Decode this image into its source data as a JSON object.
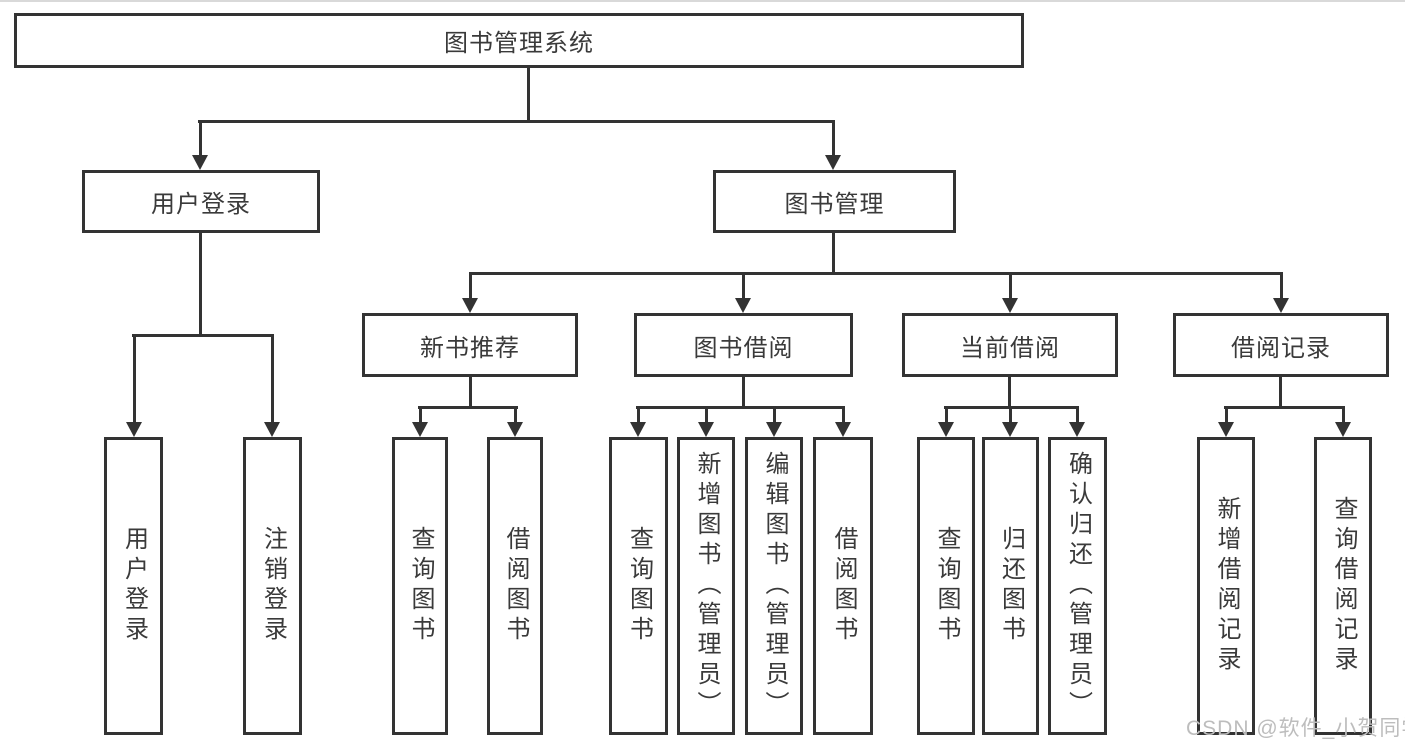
{
  "tree": {
    "root": {
      "label": "图书管理系统"
    },
    "branches": [
      {
        "label": "用户登录",
        "leaves": [
          {
            "label": "用户登录"
          },
          {
            "label": "注销登录"
          }
        ]
      },
      {
        "label": "图书管理",
        "groups": [
          {
            "label": "新书推荐",
            "leaves": [
              {
                "label": "查询图书"
              },
              {
                "label": "借阅图书"
              }
            ]
          },
          {
            "label": "图书借阅",
            "leaves": [
              {
                "label": "查询图书"
              },
              {
                "label": "新增图书（管理员）"
              },
              {
                "label": "编辑图书（管理员）"
              },
              {
                "label": "借阅图书"
              }
            ]
          },
          {
            "label": "当前借阅",
            "leaves": [
              {
                "label": "查询图书"
              },
              {
                "label": "归还图书"
              },
              {
                "label": "确认归还（管理员）"
              }
            ]
          },
          {
            "label": "借阅记录",
            "leaves": [
              {
                "label": "新增借阅记录"
              },
              {
                "label": "查询借阅记录"
              }
            ]
          }
        ]
      }
    ]
  },
  "watermark": {
    "text": "CSDN @软件_小贺同学"
  },
  "colors": {
    "line": "#333333",
    "text": "#3a3a3a",
    "background": "#ffffff",
    "watermark": "#bdbdbd",
    "top_hairline": "#d9d9d9"
  }
}
